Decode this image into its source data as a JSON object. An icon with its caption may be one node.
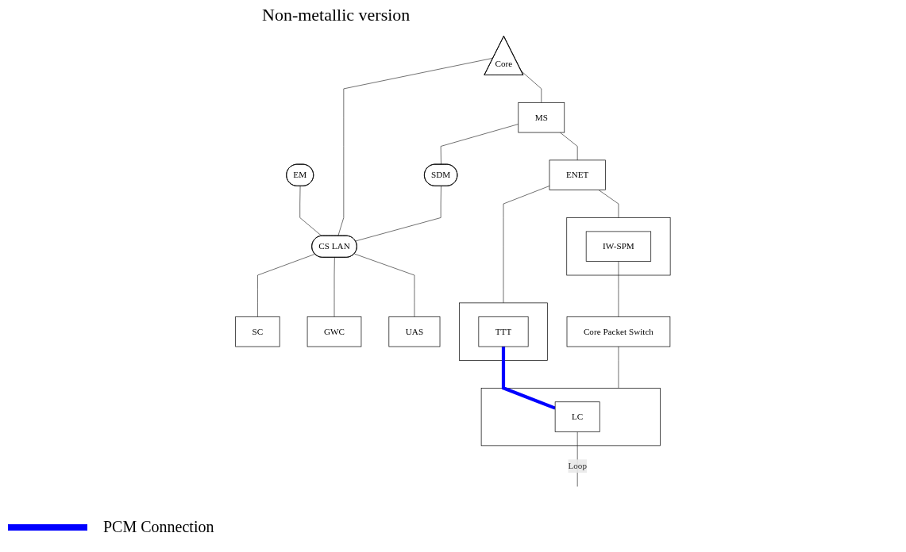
{
  "diagram": {
    "title": "Non-metallic version",
    "nodes": [
      {
        "text": [
          "Core"
        ]
      },
      {
        "text": [
          "EM"
        ]
      },
      {
        "text": [
          "CS LAN"
        ]
      },
      {
        "text": [
          "MS"
        ]
      },
      {
        "text": [
          "SDM"
        ]
      },
      {
        "text": [
          "SC"
        ]
      },
      {
        "text": [
          "GWC"
        ]
      },
      {
        "text": [
          "UAS"
        ]
      },
      {
        "text": [
          "ENET"
        ]
      },
      {
        "text": [],
        "shape": "box"
      },
      {
        "text": [
          "TTT"
        ],
        "in": 9
      },
      {
        "text": [],
        "shape": "box"
      },
      {
        "text": [
          "IW-SPM"
        ],
        "in": 11
      },
      {
        "text": [
          "Core Packet Switch"
        ]
      },
      {
        "text": [],
        "shape": "box"
      },
      {
        "text": [
          "LC"
        ],
        "in": 14
      }
    ],
    "edges": [
      {
        "from": 1,
        "to": 2,
        "arrow": "none"
      },
      {
        "from": 0,
        "to": 2,
        "arrow": "none"
      },
      {
        "from": 0,
        "to": 3,
        "arrow": "none"
      },
      {
        "from": 3,
        "to": 4,
        "arrow": "none"
      },
      {
        "from": 4,
        "to": 2,
        "arrow": "none"
      },
      {
        "from": 2,
        "to": 5,
        "arrow": "none"
      },
      {
        "from": 2,
        "to": 6,
        "arrow": "none"
      },
      {
        "from": 2,
        "to": 7,
        "arrow": "none"
      },
      {
        "from": 3,
        "to": 8,
        "arrow": "none"
      },
      {
        "from": 8,
        "to": 9,
        "arrow": "none"
      },
      {
        "from": 8,
        "to": 11,
        "arrow": "none"
      },
      {
        "from": 12,
        "to": 13,
        "arrow": "none"
      },
      {
        "from": 13,
        "to": 14,
        "arrow": "none"
      },
      {
        "from": 15,
        "to": null,
        "arrow": "none",
        "label": "Loop"
      },
      {
        "from": 10,
        "to": 15,
        "arrow": "none",
        "style": "thick",
        "color": "#0000ff"
      }
    ],
    "legend": [
      {
        "text": "PCM Connection"
      }
    ]
  }
}
